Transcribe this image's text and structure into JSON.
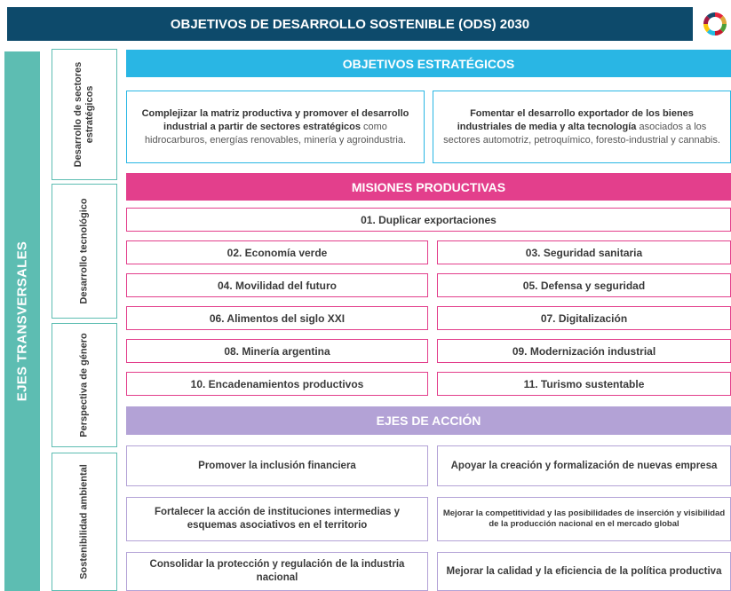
{
  "title": "OBJETIVOS DE DESARROLLO SOSTENIBLE (ODS) 2030",
  "logo_icon": "sdg-color-wheel",
  "ejes_transversales": {
    "label": "EJES TRANSVERSALES",
    "items": [
      "Desarrollo de sectores estratégicos",
      "Desarrollo tecnológico",
      "Perspectiva de género",
      "Sostenibilidad ambiental"
    ]
  },
  "objetivos": {
    "header": "OBJETIVOS ESTRATÉGICOS",
    "left_bold": "Complejizar la matriz productiva y promover el desarrollo industrial a partir de sectores estratégicos",
    "left_rest": " como hidrocarburos, energías renovables, minería y agroindustria.",
    "right_bold": "Fomentar el desarrollo exportador de los bienes industriales de media y alta tecnología",
    "right_rest": " asociados a los sectores automotriz, petroquímico, foresto-industrial y cannabis."
  },
  "misiones": {
    "header": "MISIONES PRODUCTIVAS",
    "items": [
      "01. Duplicar exportaciones",
      "02. Economía verde",
      "03. Seguridad sanitaria",
      "04. Movilidad del futuro",
      "05. Defensa y seguridad",
      "06. Alimentos del siglo XXI",
      "07. Digitalización",
      "08. Minería argentina",
      "09. Modernización industrial",
      "10. Encadenamientos productivos",
      "11. Turismo sustentable"
    ]
  },
  "ejes_accion": {
    "header": "EJES DE ACCIÓN",
    "items": [
      "Promover la inclusión financiera",
      "Apoyar la creación y formalización de nuevas empresa",
      "Fortalecer la acción de instituciones intermedias y esquemas asociativos en el territorio",
      "Mejorar la competitividad y las posibilidades de inserción y visibilidad de la producción nacional en el mercado global",
      "Consolidar la protección y regulación de la industria nacional",
      "Mejorar la calidad y la eficiencia de la política productiva"
    ]
  },
  "colors": {
    "title_bar": "#0d4a6b",
    "ejes": "#5dbdb2",
    "objetivos": "#29b6e4",
    "misiones": "#e33f8c",
    "acciones": "#b3a2d6"
  }
}
